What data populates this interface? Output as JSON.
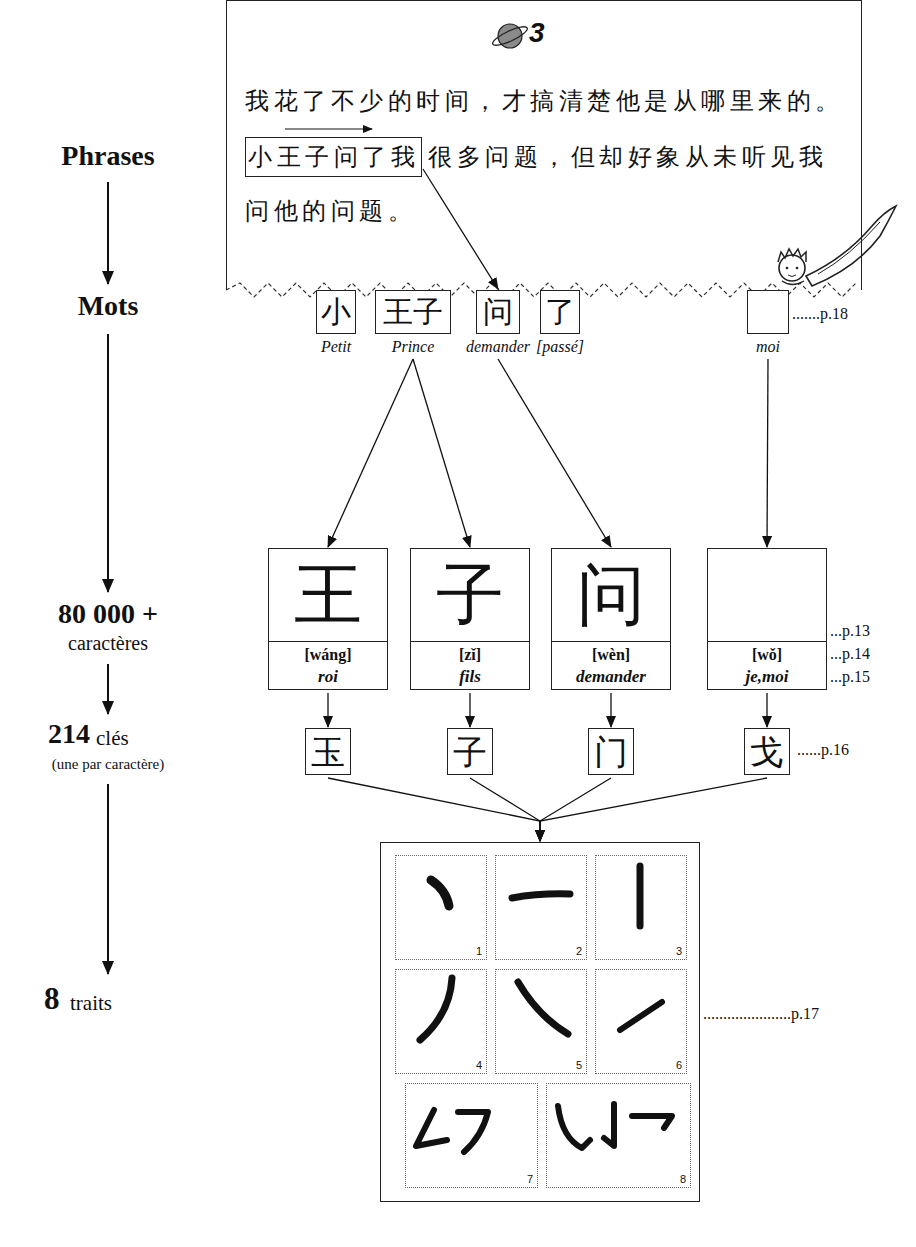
{
  "diagram": {
    "nodes": [
      {
        "text": [
          "3",
          "我花了不少的时间，才搞清楚他是从哪里来的。",
          "很多问题，但却好象从未听见我 问他的问题。"
        ]
      },
      {
        "text": [
          "小王子问了我"
        ],
        "in": 0
      },
      {
        "text": [
          "小",
          "Petit"
        ]
      },
      {
        "text": [
          "王子",
          "Prince"
        ]
      },
      {
        "text": [
          "问",
          "demander"
        ]
      },
      {
        "text": [
          "了",
          "[passé]"
        ]
      },
      {
        "text": [
          "moi"
        ]
      },
      {
        "text": [
          "王",
          "[wáng]",
          "roi"
        ]
      },
      {
        "text": [
          "子",
          "[zǐ]",
          "fils"
        ]
      },
      {
        "text": [
          "问",
          "[wèn]",
          "demander"
        ]
      },
      {
        "text": [
          "[wǒ]",
          "je,moi"
        ]
      },
      {
        "text": [
          "玉"
        ]
      },
      {
        "text": [
          "子"
        ]
      },
      {
        "text": [
          "门"
        ]
      },
      {
        "text": [
          "戈"
        ]
      },
      {
        "text": []
      },
      {
        "text": [
          "1"
        ],
        "in": 15
      },
      {
        "text": [
          "2"
        ],
        "in": 15
      },
      {
        "text": [
          "3"
        ],
        "in": 15
      },
      {
        "text": [
          "4"
        ],
        "in": 15
      },
      {
        "text": [
          "5"
        ],
        "in": 15
      },
      {
        "text": [
          "6"
        ],
        "in": 15
      },
      {
        "text": [
          "7"
        ],
        "in": 15
      },
      {
        "text": [
          "8"
        ],
        "in": 15
      }
    ],
    "edges": [
      {
        "from": 1,
        "to": 4,
        "arrow": "to"
      },
      {
        "from": 3,
        "to": 7,
        "arrow": "to"
      },
      {
        "from": 3,
        "to": 8,
        "arrow": "to"
      },
      {
        "from": 4,
        "to": 9,
        "arrow": "to"
      },
      {
        "from": 6,
        "to": 10,
        "arrow": "to"
      },
      {
        "from": 7,
        "to": 11,
        "arrow": "to"
      },
      {
        "from": 8,
        "to": 12,
        "arrow": "to"
      },
      {
        "from": 9,
        "to": 13,
        "arrow": "to"
      },
      {
        "from": 10,
        "to": 14,
        "arrow": "to"
      },
      {
        "from": 11,
        "to": 15,
        "arrow": "to"
      },
      {
        "from": 12,
        "to": 15,
        "arrow": "to"
      },
      {
        "from": 13,
        "to": 15,
        "arrow": "to"
      },
      {
        "from": 14,
        "to": 15,
        "arrow": "to"
      }
    ],
    "labels": [
      "Phrases",
      "Mots",
      "80 000 +",
      "caractères",
      "214",
      "clés",
      "(une par caractère)",
      "8",
      "traits",
      ".......p.18",
      "...p.13",
      "...p.14",
      "...p.15",
      "......p.16",
      "......................p.17"
    ]
  }
}
